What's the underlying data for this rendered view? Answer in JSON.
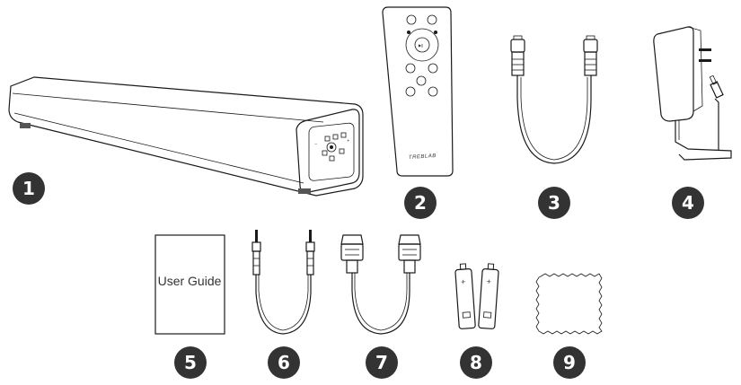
{
  "items": [
    {
      "number": "1",
      "name": "soundbar"
    },
    {
      "number": "2",
      "name": "remote-control",
      "brand": "TREBLAB"
    },
    {
      "number": "3",
      "name": "optical-cable"
    },
    {
      "number": "4",
      "name": "power-adapter"
    },
    {
      "number": "5",
      "name": "user-guide",
      "label": "User Guide"
    },
    {
      "number": "6",
      "name": "aux-cable"
    },
    {
      "number": "7",
      "name": "hdmi-cable"
    },
    {
      "number": "8",
      "name": "batteries"
    },
    {
      "number": "9",
      "name": "cleaning-cloth"
    }
  ],
  "colors": {
    "badge": "#333333",
    "line": "#1a1a1a",
    "background": "#ffffff"
  }
}
